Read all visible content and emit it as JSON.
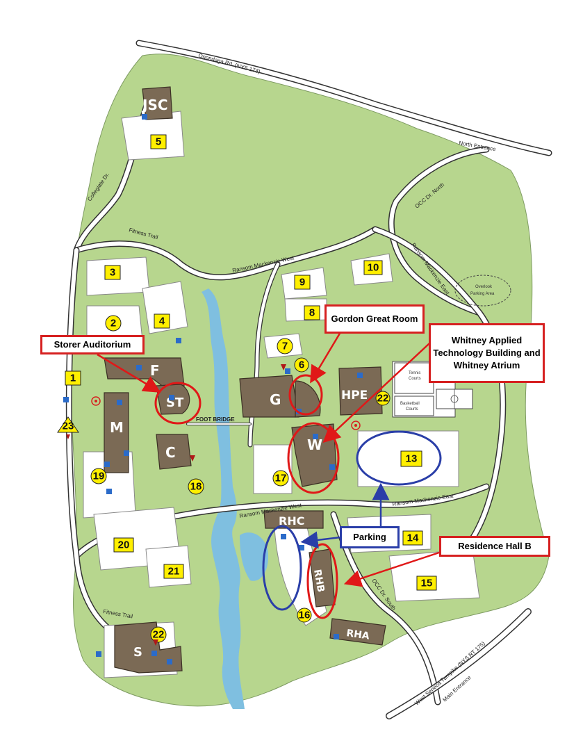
{
  "roads": {
    "onondaga": "Onondaga Rd. (NYS 173)",
    "north_entrance": "North Entrance",
    "occ_dr_north": "OCC Dr. North",
    "collegiate": "Collegiate Dr.",
    "fitness_trail_1": "Fitness Trail",
    "fitness_trail_2": "Fitness Trail",
    "ransom_west_top": "Ransom Mackenzie West",
    "ransom_east_top": "Ransom Mackenzie East",
    "ransom_west_bottom": "Ransom Mackenzie West",
    "ransom_east_bottom": "Ransom Mackenzie East",
    "occ_dr_south": "OCC Dr. South",
    "west_seneca": "West Seneca Turnpike (NYS RT 175)",
    "main_entrance": "Main Entrance",
    "foot_bridge": "FOOT BRIDGE"
  },
  "areas": {
    "overlook": "Overlook\nParking Area",
    "tennis": "Tennis\nCourts",
    "basketball": "Basketball\nCourts"
  },
  "buildings": {
    "jsc": "JSC",
    "f": "F",
    "st": "ST",
    "m": "M",
    "c": "C",
    "g": "G",
    "hpe": "HPE",
    "w": "W",
    "rhc": "RHC",
    "rhb": "RHB",
    "rha": "RHA",
    "s": "S"
  },
  "lots": {
    "l1": "1",
    "l2": "2",
    "l3": "3",
    "l4": "4",
    "l5": "5",
    "l6": "6",
    "l7": "7",
    "l8": "8",
    "l9": "9",
    "l10": "10",
    "l13": "13",
    "l14": "14",
    "l15": "15",
    "l16": "16",
    "l17": "17",
    "l18": "18",
    "l19": "19",
    "l20": "20",
    "l21": "21",
    "l22a": "22",
    "l22b": "22",
    "l23": "23"
  },
  "callouts": {
    "storer": "Storer Auditorium",
    "gordon": "Gordon Great Room",
    "whitney": "Whitney Applied Technology Building and Whitney Atrium",
    "parking": "Parking",
    "residence": "Residence Hall B"
  },
  "colors": {
    "land": "#b7d68e",
    "road": "#ffffff",
    "road_edge": "#333333",
    "water": "#7fbfe0",
    "building": "#7b6a55",
    "lot_fill": "#ffef00",
    "highlight_red": "#e01818",
    "highlight_blue": "#2a3ea8"
  },
  "icons": {
    "accessible": "accessible-parking-icon",
    "emergency": "emergency-phone-icon",
    "visitor": "visitor-v-icon"
  }
}
